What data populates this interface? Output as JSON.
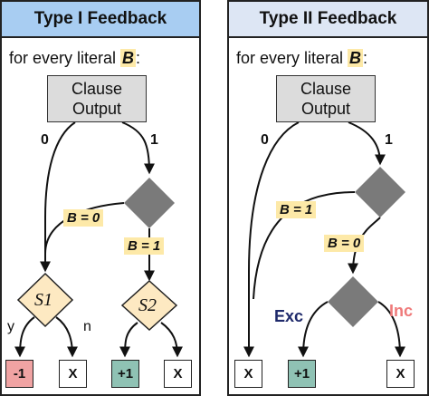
{
  "colors": {
    "panel1_header": "#a8cdf2",
    "panel2_header": "#dde6f4",
    "tag_bg": "#fde9a8",
    "negative_box": "#f0a3a3",
    "positive_box": "#8fc2b4",
    "decision_diamond": "#7a7a7a",
    "exc_text": "#1f2a6b",
    "inc_text": "#ef7a7a"
  },
  "panel1": {
    "title": "Type I Feedback",
    "subtitle_prefix": "for every literal ",
    "subtitle_var": "B",
    "subtitle_suffix": ":",
    "clause_line1": "Clause",
    "clause_line2": "Output",
    "branch0": "0",
    "branch1": "1",
    "cond_b0": "B = 0",
    "cond_b1": "B = 1",
    "s1_label": "S1",
    "s2_label": "S2",
    "yes": "y",
    "no": "n",
    "out1": "-1",
    "out2": "X",
    "out3": "+1",
    "out4": "X"
  },
  "panel2": {
    "title": "Type II Feedback",
    "subtitle_prefix": "for every literal ",
    "subtitle_var": "B",
    "subtitle_suffix": ":",
    "clause_line1": "Clause",
    "clause_line2": "Output",
    "branch0": "0",
    "branch1": "1",
    "cond_b1": "B = 1",
    "cond_b0": "B = 0",
    "exc": "Exc",
    "inc": "Inc",
    "out1": "X",
    "out2": "+1",
    "out3": "X"
  }
}
